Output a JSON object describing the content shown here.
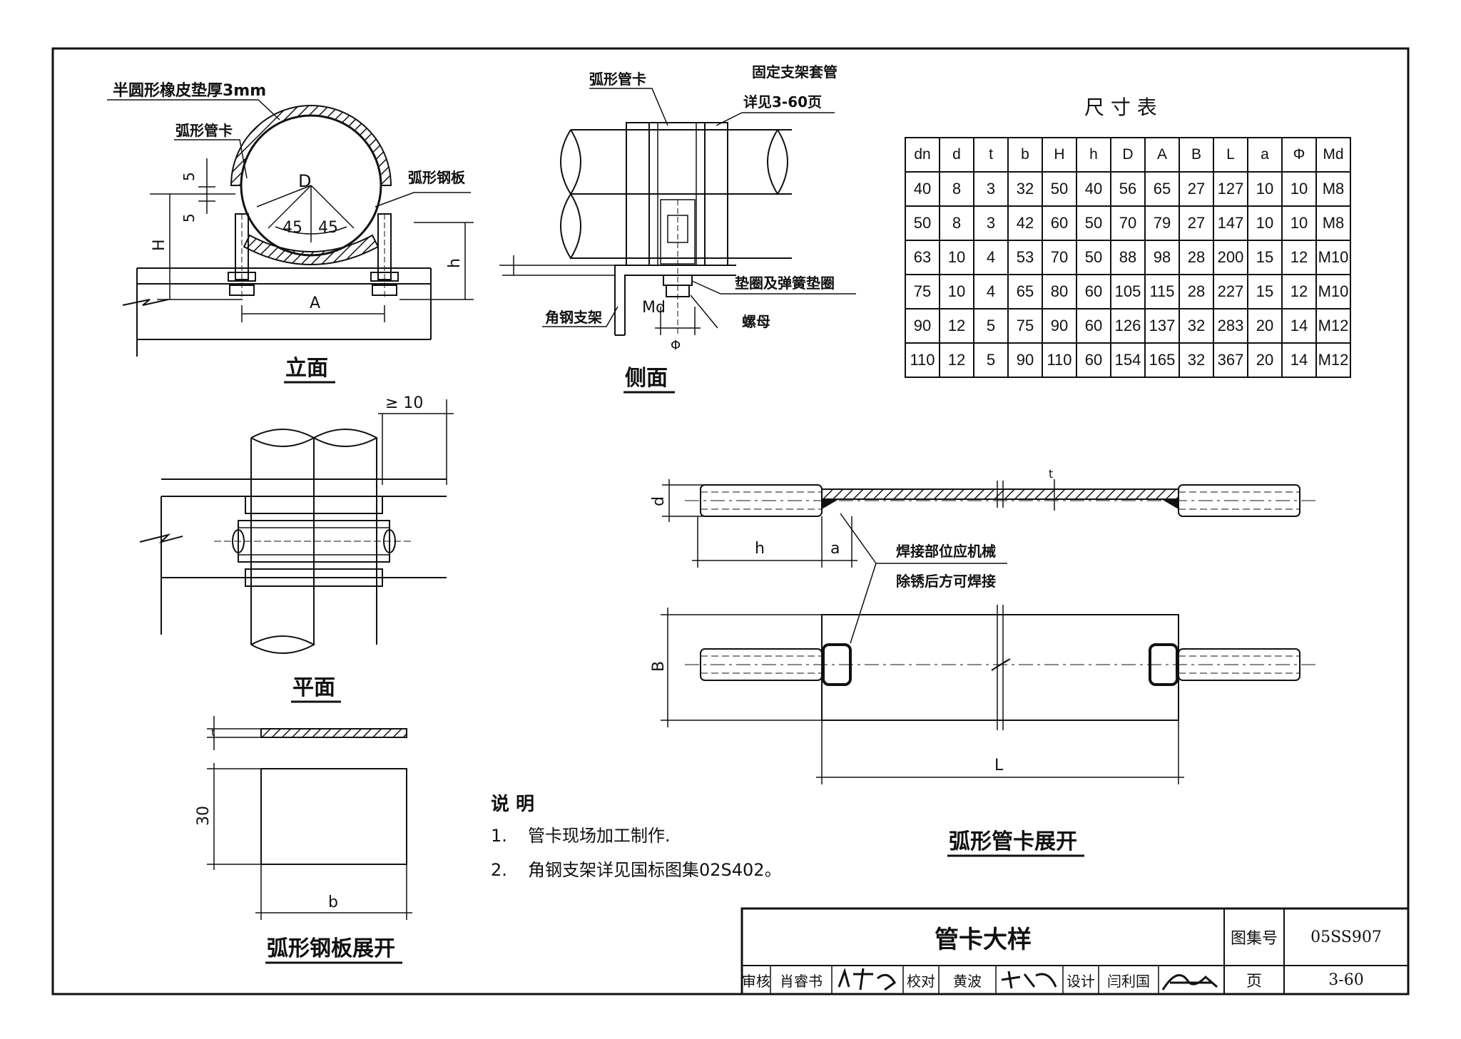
{
  "views": {
    "elevation": {
      "title": "立面",
      "labels": {
        "rubber_pad": "半圆形橡皮垫厚3mm",
        "arc_clamp": "弧形管卡",
        "arc_plate": "弧形钢板",
        "d": "D",
        "angle1": "45",
        "angle2": "45",
        "dim5a": "5",
        "dim5b": "5",
        "H": "H",
        "h": "h",
        "A": "A"
      }
    },
    "side": {
      "title": "侧面",
      "labels": {
        "arc_clamp": "弧形管卡",
        "sleeve_line1": "固定支架套管",
        "sleeve_line2": "详见3-60页",
        "washer": "垫圈及弹簧垫圈",
        "nut": "螺母",
        "angle_support": "角钢支架",
        "md": "Md",
        "phi": "Φ"
      }
    },
    "plan": {
      "title": "平面",
      "labels": {
        "gap": "≥ 10"
      }
    },
    "arc_plate_unfold": {
      "title": "弧形钢板展开",
      "labels": {
        "t": "t",
        "thirty": "30",
        "b": "b"
      }
    },
    "clamp_unfold": {
      "title": "弧形管卡展开",
      "labels": {
        "d": "d",
        "h": "h",
        "a": "a",
        "t": "t",
        "B": "B",
        "L": "L",
        "weld_line1": "焊接部位应机械",
        "weld_line2": "除锈后方可焊接"
      }
    }
  },
  "dimension_table": {
    "title": "尺 寸 表",
    "headers": [
      "dn",
      "d",
      "t",
      "b",
      "H",
      "h",
      "D",
      "A",
      "B",
      "L",
      "a",
      "Φ",
      "Md"
    ],
    "rows": [
      [
        "40",
        "8",
        "3",
        "32",
        "50",
        "40",
        "56",
        "65",
        "27",
        "127",
        "10",
        "10",
        "M8"
      ],
      [
        "50",
        "8",
        "3",
        "42",
        "60",
        "50",
        "70",
        "79",
        "27",
        "147",
        "10",
        "10",
        "M8"
      ],
      [
        "63",
        "10",
        "4",
        "53",
        "70",
        "50",
        "88",
        "98",
        "28",
        "200",
        "15",
        "12",
        "M10"
      ],
      [
        "75",
        "10",
        "4",
        "65",
        "80",
        "60",
        "105",
        "115",
        "28",
        "227",
        "15",
        "12",
        "M10"
      ],
      [
        "90",
        "12",
        "5",
        "75",
        "90",
        "60",
        "126",
        "137",
        "32",
        "283",
        "20",
        "14",
        "M12"
      ],
      [
        "110",
        "12",
        "5",
        "90",
        "110",
        "60",
        "154",
        "165",
        "32",
        "367",
        "20",
        "14",
        "M12"
      ]
    ]
  },
  "notes": {
    "heading": "说 明",
    "items": [
      {
        "num": "1.",
        "text": "管卡现场加工制作."
      },
      {
        "num": "2.",
        "text": "角钢支架详见国标图集02S402。"
      }
    ]
  },
  "title_block": {
    "drawing_title": "管卡大样",
    "atlas_label": "图集号",
    "atlas_number": "05SS907",
    "page_label": "页",
    "page_number": "3-60",
    "review_label": "审核",
    "reviewer": "肖睿书",
    "check_label": "校对",
    "checker": "黄波",
    "design_label": "设计",
    "designer": "闫利国"
  }
}
